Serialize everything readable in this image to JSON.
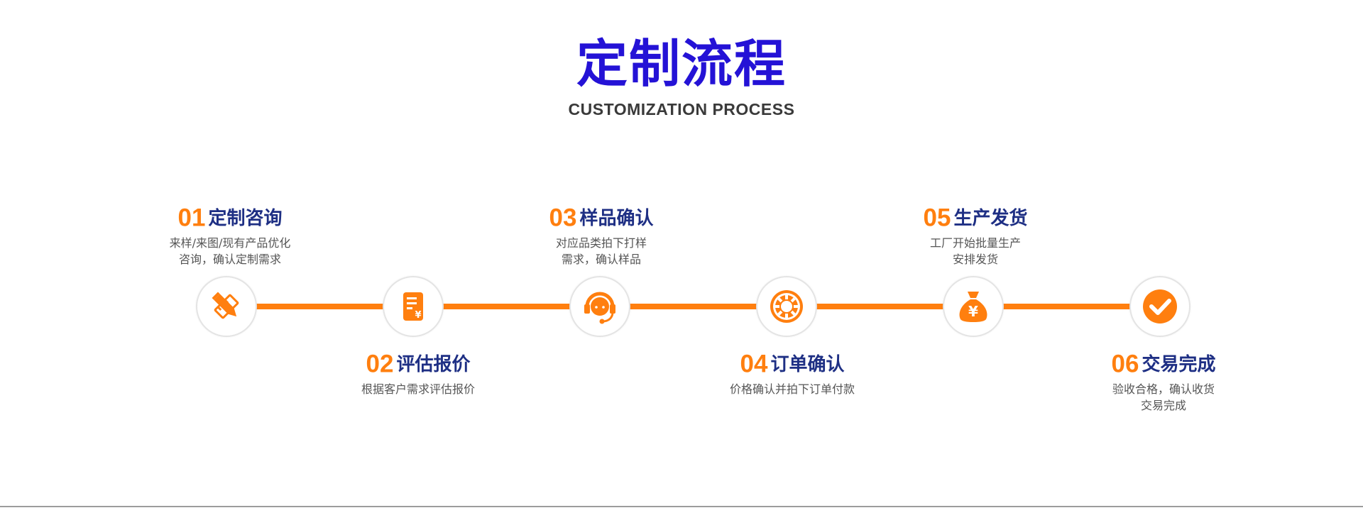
{
  "header": {
    "title": "定制流程",
    "subtitle": "CUSTOMIZATION PROCESS"
  },
  "colors": {
    "title": "#2412d6",
    "accent_orange": "#ff7f0f",
    "step_title": "#1e2f84",
    "description": "#555555"
  },
  "steps": [
    {
      "number": "01",
      "title": "定制咨询",
      "description": "来样/来图/现有产品优化\n咨询，确认定制需求",
      "icon": "pencil-ruler-icon"
    },
    {
      "number": "02",
      "title": "评估报价",
      "description": "根据客户需求评估报价",
      "icon": "quote-document-icon"
    },
    {
      "number": "03",
      "title": "样品确认",
      "description": "对应品类拍下打样\n需求，确认样品",
      "icon": "customer-service-headset-icon"
    },
    {
      "number": "04",
      "title": "订单确认",
      "description": "价格确认并拍下订单付款",
      "icon": "gear-icon"
    },
    {
      "number": "05",
      "title": "生产发货",
      "description": "工厂开始批量生产\n安排发货",
      "icon": "money-bag-icon"
    },
    {
      "number": "06",
      "title": "交易完成",
      "description": "验收合格，确认收货\n交易完成",
      "icon": "check-circle-icon"
    }
  ]
}
